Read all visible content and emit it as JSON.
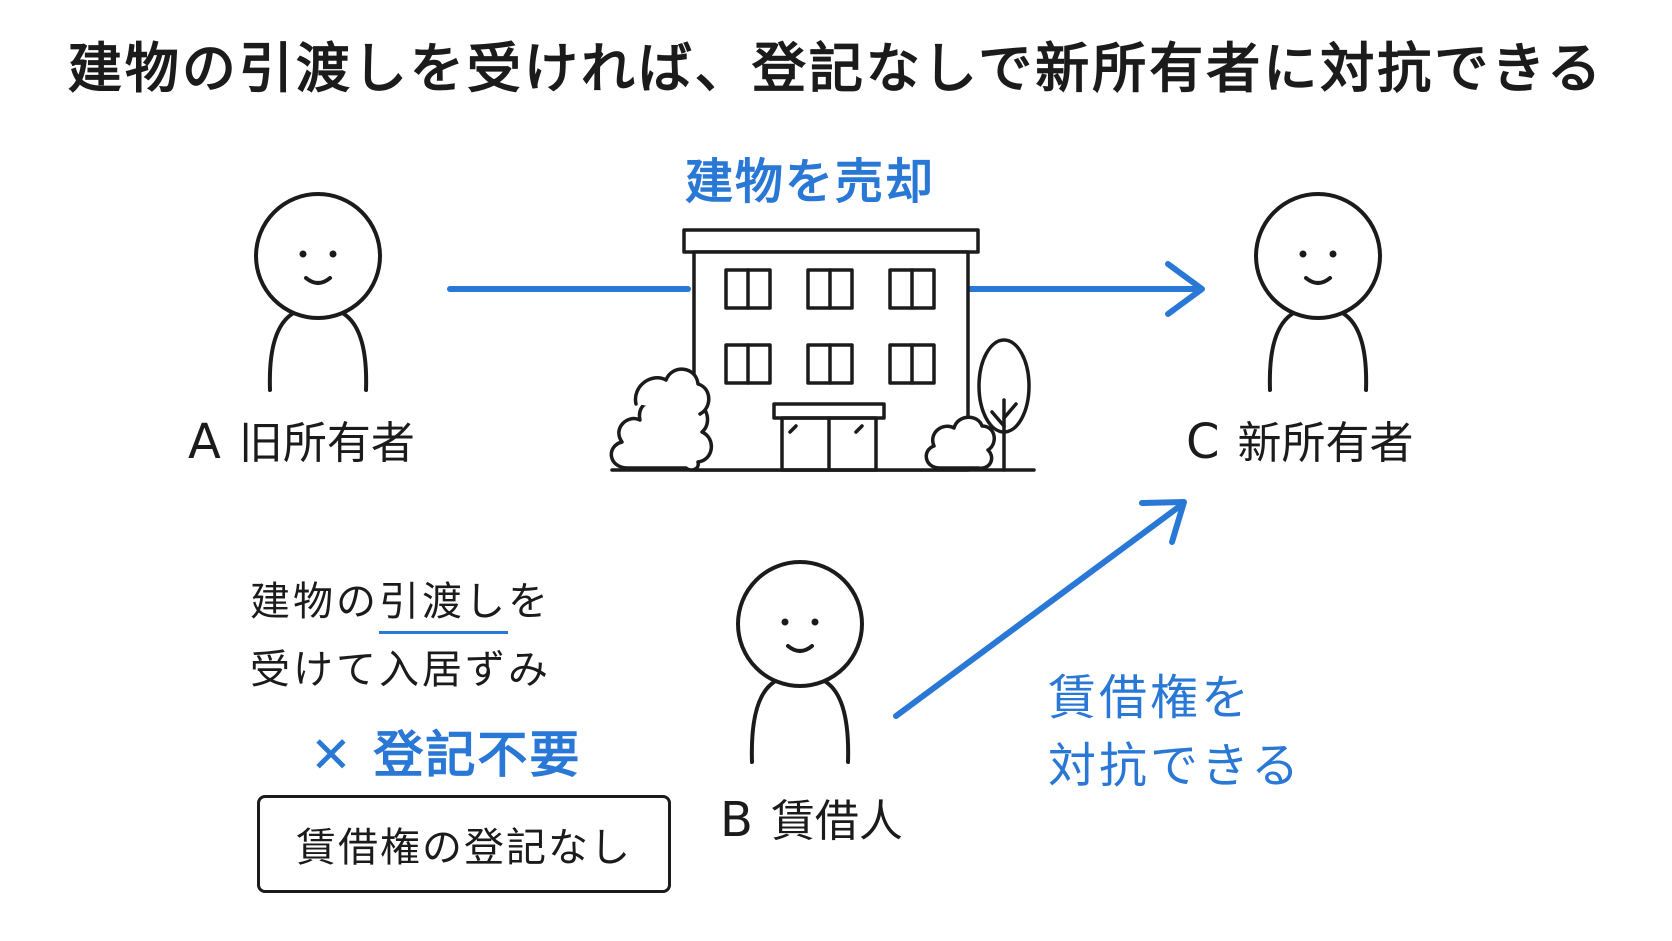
{
  "title": "建物の引渡しを受ければ、登記なしで新所有者に対抗できる",
  "sale": {
    "label": "建物を売却"
  },
  "people": {
    "a": {
      "letter": "A",
      "role": "旧所有者"
    },
    "b": {
      "letter": "B",
      "role": "賃借人"
    },
    "c": {
      "letter": "C",
      "role": "新所有者"
    }
  },
  "note": {
    "line1_prefix": "建物の",
    "line1_underlined": "引渡し",
    "line1_suffix": "を",
    "line2": "受けて入居ずみ"
  },
  "registration": {
    "mark": "✕",
    "text": "登記不要",
    "box_text": "賃借権の登記なし"
  },
  "lease": {
    "line1": "賃借権を",
    "line2": "対抗できる"
  },
  "colors": {
    "accent": "#2a78d6",
    "ink": "#1b1b1b"
  }
}
